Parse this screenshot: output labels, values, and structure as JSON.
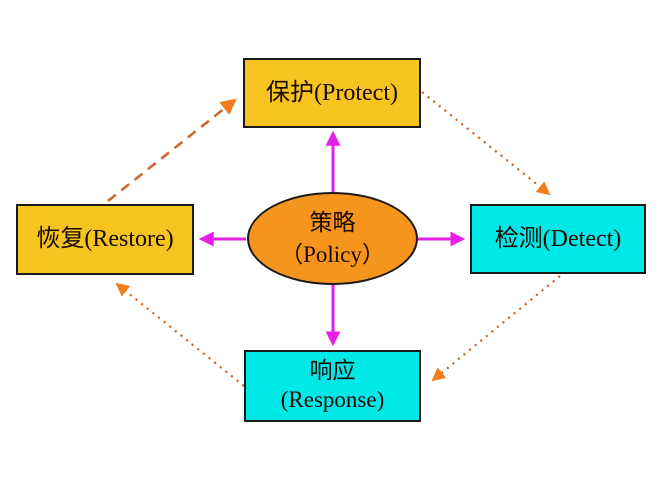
{
  "diagram": {
    "background": "#ffffff",
    "nodes": {
      "protect": {
        "label": "保护(Protect)",
        "shape": "rect",
        "fill": "#f5c41e"
      },
      "restore": {
        "label": "恢复(Restore)",
        "shape": "rect",
        "fill": "#f5c41e"
      },
      "detect": {
        "label": "检测(Detect)",
        "shape": "rect",
        "fill": "#00e9e9"
      },
      "response": {
        "line1": "响应",
        "line2": "(Response)",
        "shape": "rect",
        "fill": "#00e9e9"
      },
      "policy": {
        "line1": "策略",
        "line2": "（Policy）",
        "shape": "ellipse",
        "fill": "#f6951d"
      }
    },
    "edges": [
      {
        "from": "policy",
        "to": "protect",
        "style": "solid",
        "color": "#e61fe6",
        "arrowhead": "#e61fe6"
      },
      {
        "from": "policy",
        "to": "restore",
        "style": "solid",
        "color": "#e61fe6",
        "arrowhead": "#e61fe6"
      },
      {
        "from": "policy",
        "to": "detect",
        "style": "solid",
        "color": "#e61fe6",
        "arrowhead": "#e61fe6"
      },
      {
        "from": "policy",
        "to": "response",
        "style": "solid",
        "color": "#e61fe6",
        "arrowhead": "#e61fe6"
      },
      {
        "from": "restore",
        "to": "protect",
        "style": "dashed",
        "color": "#c96a2e",
        "arrowhead": "#f07d1e"
      },
      {
        "from": "protect",
        "to": "detect",
        "style": "dotted",
        "color": "#c96a2e",
        "arrowhead": "#f07d1e"
      },
      {
        "from": "detect",
        "to": "response",
        "style": "dotted",
        "color": "#c96a2e",
        "arrowhead": "#f07d1e"
      },
      {
        "from": "response",
        "to": "restore",
        "style": "dotted",
        "color": "#c96a2e",
        "arrowhead": "#f07d1e"
      }
    ],
    "border_color": "#1a1a1a",
    "text_color": "#1a0a00"
  }
}
